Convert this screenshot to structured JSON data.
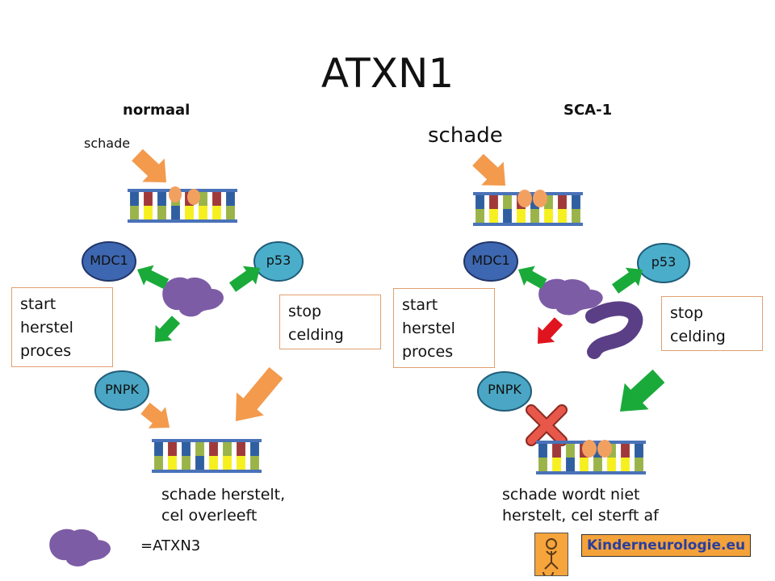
{
  "title": "ATXN1",
  "left": {
    "heading": "normaal",
    "damage_label": "schade",
    "mdc1": "MDC1",
    "p53": "p53",
    "pnpk": "PNPK",
    "box_repair": "start\nherstel\nproces",
    "box_stop": "stop\ncelding",
    "outcome": "schade herstelt,\ncel overleeft"
  },
  "right": {
    "heading": "SCA-1",
    "damage_label": "schade",
    "mdc1": "MDC1",
    "p53": "p53",
    "pnpk": "PNPK",
    "box_repair": "start\nherstel\nproces",
    "box_stop": "stop\ncelding",
    "outcome": "schade wordt niet\nherstelt, cel sterft af"
  },
  "legend": {
    "label": "=ATXN3"
  },
  "logo": {
    "text": "Kinderneurologie.eu"
  },
  "colors": {
    "dna_backbone": "#4a72b8",
    "dna_rungs": [
      "#a03a3a",
      "#9ab44a",
      "#f6f020",
      "#2f5fa0"
    ],
    "damage_dot": "#f2a060",
    "damage_arrow": "#f39a4d",
    "green_arrow": "#1aaa3a",
    "red_arrow": "#e0141e",
    "mdc1_fill": "#3d67b0",
    "p53_fill": "#4aaecb",
    "pnpk_fill": "#4aa6c4",
    "atxn3": "#7d5ca6",
    "mutant": "#5a3f86",
    "cross": "#e8584a"
  }
}
